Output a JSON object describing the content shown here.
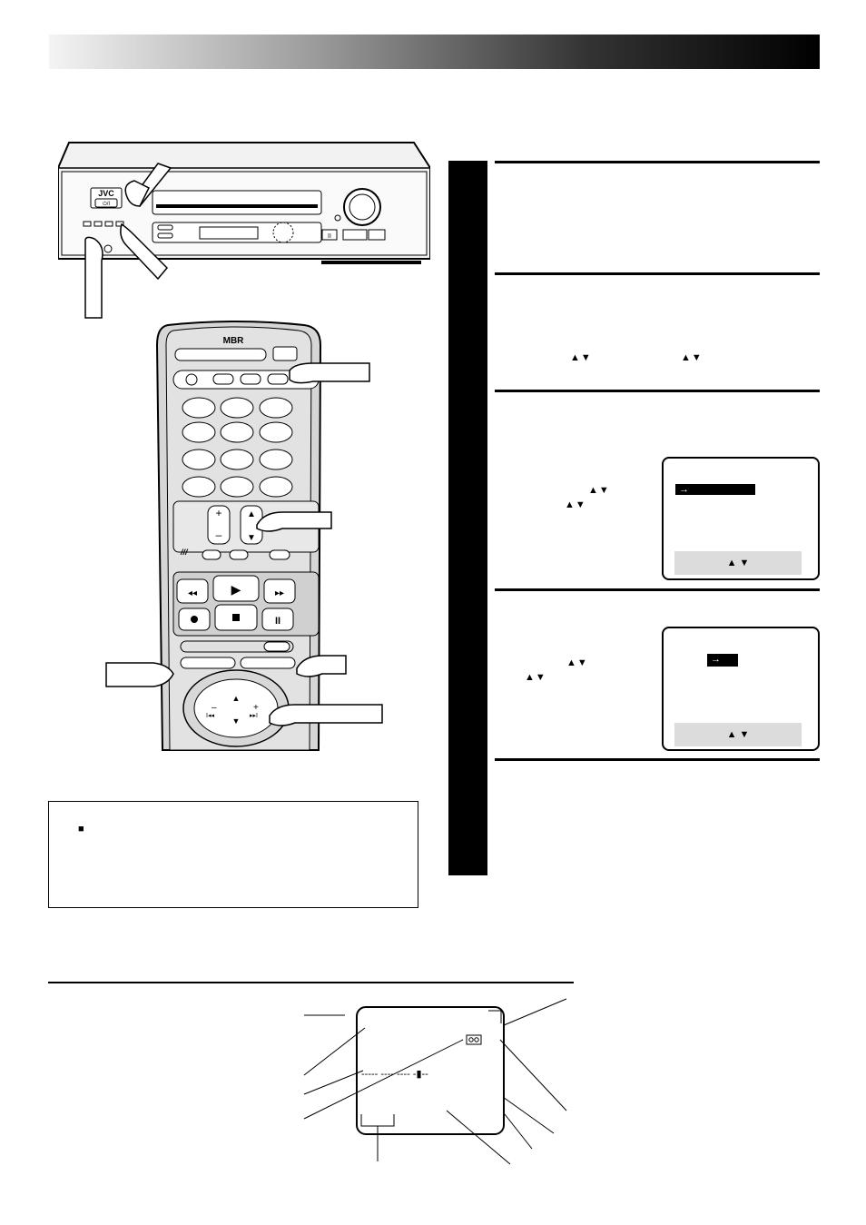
{
  "vcr": {
    "brand": "JVC",
    "power_label": "⏻/I"
  },
  "remote": {
    "brand": "MBR"
  },
  "steps": {
    "step2_arrows_a": "▲▼",
    "step2_arrows_b": "▲▼",
    "step3_arrows_a": "▲▼",
    "step3_arrows_b": "▲▼",
    "step4_arrows_a": "▲▼",
    "step4_arrows_b": "▲▼"
  },
  "osd1": {
    "cursor": "→",
    "footer_arrows": "▲ ▼"
  },
  "osd2": {
    "cursor": "→",
    "footer_arrows": "▲ ▼"
  },
  "note": {
    "bullet": "■"
  },
  "display": {
    "counter_dashes": "----- ---- ---- -▮--"
  },
  "icons": {
    "hand": "hand-pointer-icon",
    "cassette": "cassette-icon",
    "play": "play-icon",
    "stop": "stop-icon",
    "pause": "pause-icon",
    "record": "record-icon"
  }
}
